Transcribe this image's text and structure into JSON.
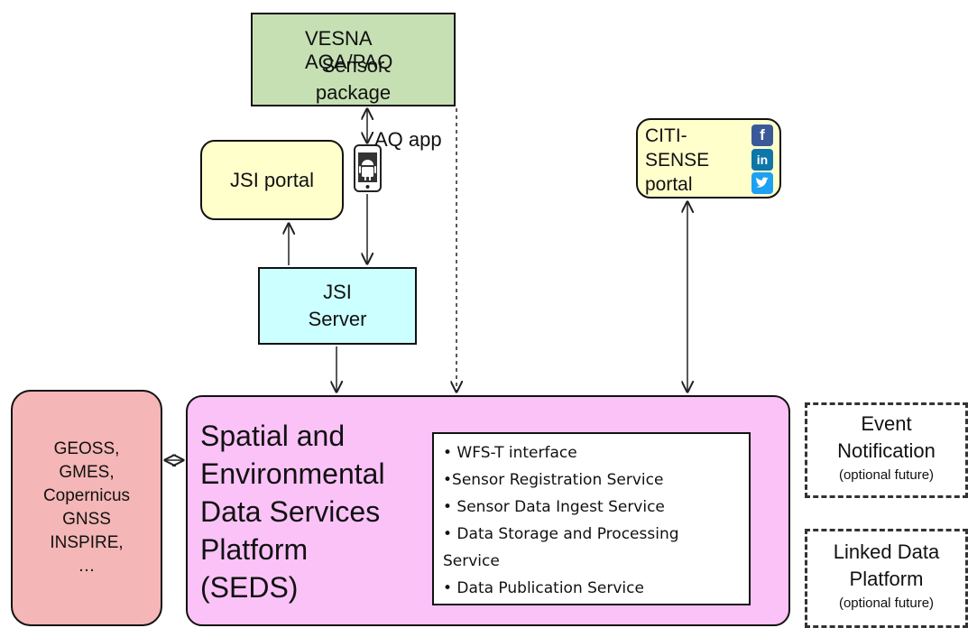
{
  "vesna": {
    "line1": "VESNA AQA/PAQ",
    "line2": "Sensor",
    "line3": "package"
  },
  "app_label": "AQ app",
  "jsi_portal": {
    "label": "JSI portal"
  },
  "jsi_server": {
    "line1": "JSI",
    "line2": "Server"
  },
  "citi": {
    "line1": "CITI-",
    "line2": "SENSE",
    "line3": "portal"
  },
  "social_icons": [
    "facebook-icon",
    "linkedin-icon",
    "twitter-icon"
  ],
  "geoss": {
    "lines": [
      "GEOSS,",
      "GMES,",
      "Copernicus",
      "GNSS",
      "INSPIRE,",
      "…"
    ]
  },
  "seds": {
    "title_lines": [
      "Spatial and",
      "Environmental",
      "Data Services",
      "Platform",
      "(SEDS)"
    ]
  },
  "services": {
    "items": [
      "• WFS-T interface",
      "•Sensor Registration Service",
      "• Sensor Data Ingest Service",
      "• Data Storage and Processing",
      "Service",
      "• Data Publication Service"
    ]
  },
  "event": {
    "line1": "Event",
    "line2": "Notification",
    "note": "(optional future)"
  },
  "linked": {
    "line1": "Linked Data",
    "line2": "Platform",
    "note": "(optional future)"
  },
  "colors": {
    "vesna": "#c6e0b4",
    "portal": "#ffffcc",
    "server": "#ccffff",
    "geoss": "#f4b6b6",
    "seds": "#fbc2f8"
  }
}
